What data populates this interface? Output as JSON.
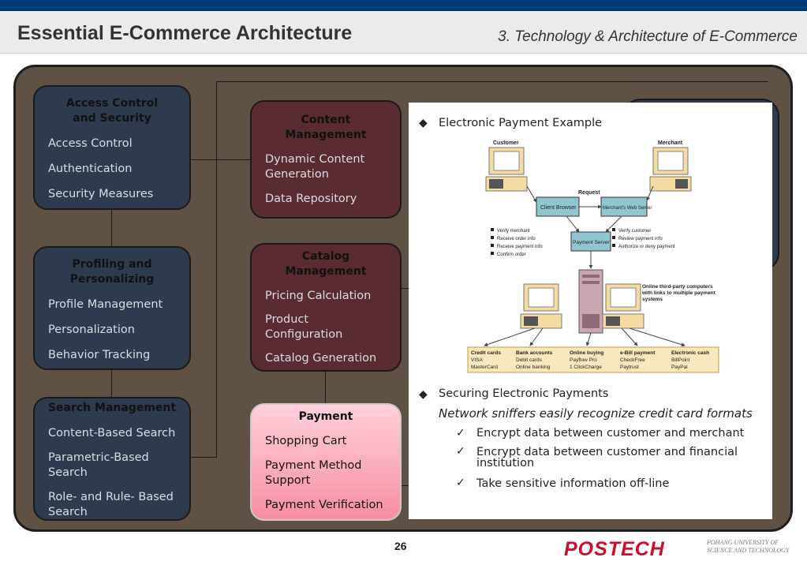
{
  "header": {
    "title": "Essential E-Commerce Architecture",
    "subtitle": "3. Technology & Architecture of E-Commerce"
  },
  "boxes": {
    "access": {
      "title": "Access Control and Security",
      "items": [
        "Access Control",
        "Authentication",
        "Security Measures"
      ]
    },
    "profiling": {
      "title": "Profiling and Personalizing",
      "items": [
        "Profile Management",
        "Personalization",
        "Behavior Tracking"
      ]
    },
    "search": {
      "title": "Search Management",
      "items": [
        "Content-Based Search",
        "Parametric-Based Search",
        "Role- and Rule- Based Search"
      ]
    },
    "content": {
      "title": "Content Management",
      "items": [
        "Dynamic Content Generation",
        "Data Repository"
      ]
    },
    "catalog": {
      "title": "Catalog Management",
      "items": [
        "Pricing Calculation",
        "Product Configuration",
        "Catalog Generation"
      ]
    },
    "payment": {
      "title": "Payment",
      "items": [
        "Shopping Cart",
        "Payment Method Support",
        "Payment Verification"
      ]
    }
  },
  "panel": {
    "heading1": "Electronic Payment Example",
    "heading2": "Securing Electronic Payments",
    "note": "Network sniffers easily recognize credit card formats",
    "checks": [
      "Encrypt data between customer and merchant",
      "Encrypt data between customer and financial institution",
      "Take sensitive information off-line"
    ],
    "bullet_symbol": "◆",
    "check_symbol": "✓",
    "figure": {
      "customer": "Customer",
      "merchant": "Merchant",
      "request": "Request",
      "client_browser": "Client Browser",
      "merchant_server": "Merchant's Web Server",
      "payment_server": "Payment Server",
      "left_list": [
        "Verify merchant",
        "Receive order info",
        "Receive payment info",
        "Confirm order"
      ],
      "right_list": [
        "Verify customer",
        "Review payment info",
        "Authorize or deny payment"
      ],
      "third_party": "Online third-party computers with links to multiple payment systems",
      "table": [
        {
          "head": "Credit cards",
          "rows": [
            "VISA",
            "MasterCard"
          ]
        },
        {
          "head": "Bank accounts",
          "rows": [
            "Debit cards",
            "Online banking"
          ]
        },
        {
          "head": "Online buying",
          "rows": [
            "Payflow Pro",
            "1 ClickCharge"
          ]
        },
        {
          "head": "e-Bill payment",
          "rows": [
            "CheckFree",
            "Paytrust"
          ]
        },
        {
          "head": "Electronic cash",
          "rows": [
            "BillPoint",
            "PayPal"
          ]
        }
      ]
    }
  },
  "footer": {
    "page": "26",
    "logo": "POSTECH",
    "logo_sub1": "POHANG UNIVERSITY OF",
    "logo_sub2": "SCIENCE AND TECHNOLOGY"
  },
  "colors": {
    "topbar": "#003b75",
    "frame": "#5f5144",
    "blue_box": "#2e3b4e",
    "red_box": "#5a2b30",
    "payment_box": "#f78ea3",
    "logo": "#c8102e"
  }
}
